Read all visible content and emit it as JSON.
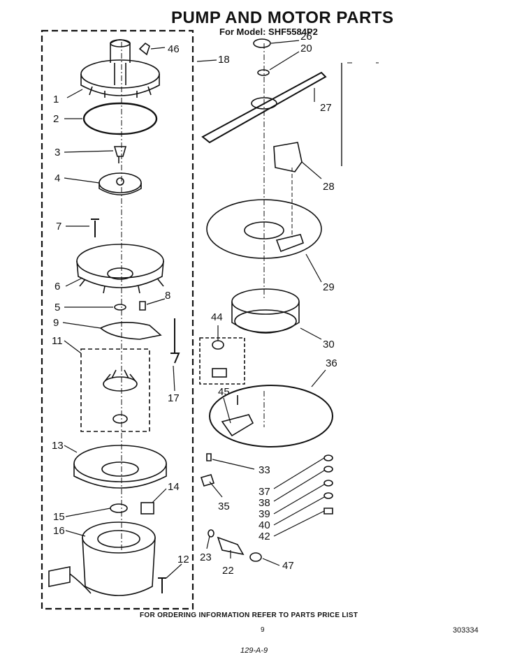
{
  "header": {
    "title": "PUMP AND MOTOR PARTS",
    "model": "For Model: SHF5584P2"
  },
  "callouts": [
    "1",
    "2",
    "3",
    "4",
    "7",
    "6",
    "5",
    "9",
    "8",
    "11",
    "17",
    "13",
    "14",
    "15",
    "16",
    "12",
    "18",
    "26",
    "20",
    "27",
    "28",
    "29",
    "30",
    "44",
    "36",
    "45",
    "33",
    "35",
    "37",
    "38",
    "39",
    "40",
    "42",
    "23",
    "22",
    "47",
    "46"
  ],
  "footer": {
    "ordering_note": "FOR ORDERING INFORMATION REFER TO PARTS PRICE LIST",
    "page_number": "9",
    "doc_number": "303334",
    "handwritten": "129-A-9"
  }
}
